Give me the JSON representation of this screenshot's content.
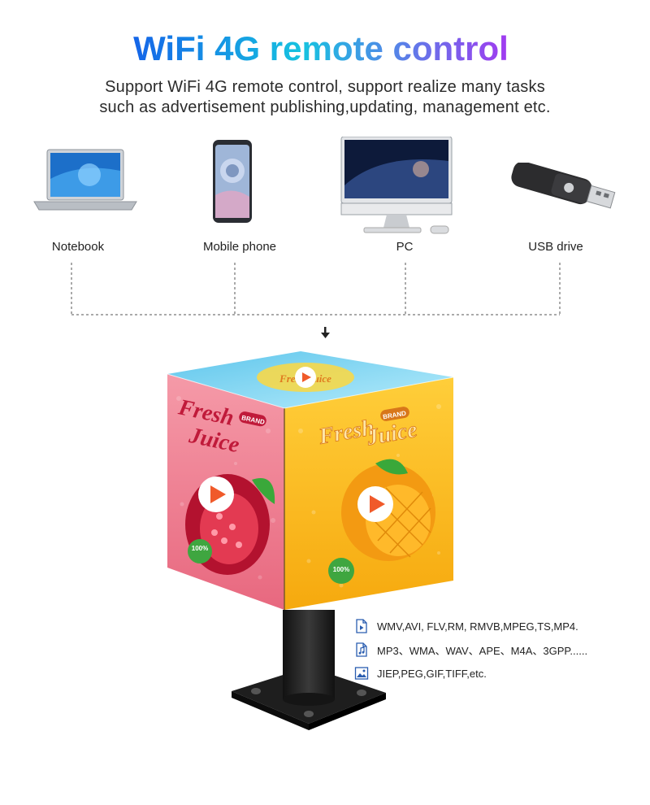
{
  "header": {
    "title": "WiFi 4G remote control",
    "subtitle_line1": "Support WiFi 4G remote control, support realize many tasks",
    "subtitle_line2": "such as advertisement publishing,updating, management etc."
  },
  "devices": [
    {
      "label": "Notebook",
      "icon": "laptop-icon"
    },
    {
      "label": "Mobile phone",
      "icon": "smartphone-icon"
    },
    {
      "label": "PC",
      "icon": "desktop-computer-icon"
    },
    {
      "label": "USB drive",
      "icon": "usb-drive-icon"
    }
  ],
  "cube": {
    "top_face_text": "Fresh Juice",
    "left_face": {
      "line1": "Fresh",
      "line2": "Juice",
      "badge": "BRAND",
      "seal": "100%"
    },
    "right_face": {
      "line1": "Fresh",
      "line2": "Juice",
      "badge": "BRAND",
      "seal": "100%"
    }
  },
  "formats": [
    {
      "icon": "video-file-icon",
      "text": "WMV,AVI, FLV,RM, RMVB,MPEG,TS,MP4."
    },
    {
      "icon": "music-file-icon",
      "text": "MP3、WMA、WAV、APE、M4A、3GPP......"
    },
    {
      "icon": "image-file-icon",
      "text": "JIEP,PEG,GIF,TIFF,etc."
    }
  ],
  "colors": {
    "title_gradient_start": "#1565e8",
    "title_gradient_mid": "#16c3e0",
    "title_gradient_end": "#9a3bf0",
    "left_face": "#f07a8e",
    "right_face": "#ffc21a",
    "top_face": "#7fd8f2",
    "base": "#1a1a1a"
  }
}
